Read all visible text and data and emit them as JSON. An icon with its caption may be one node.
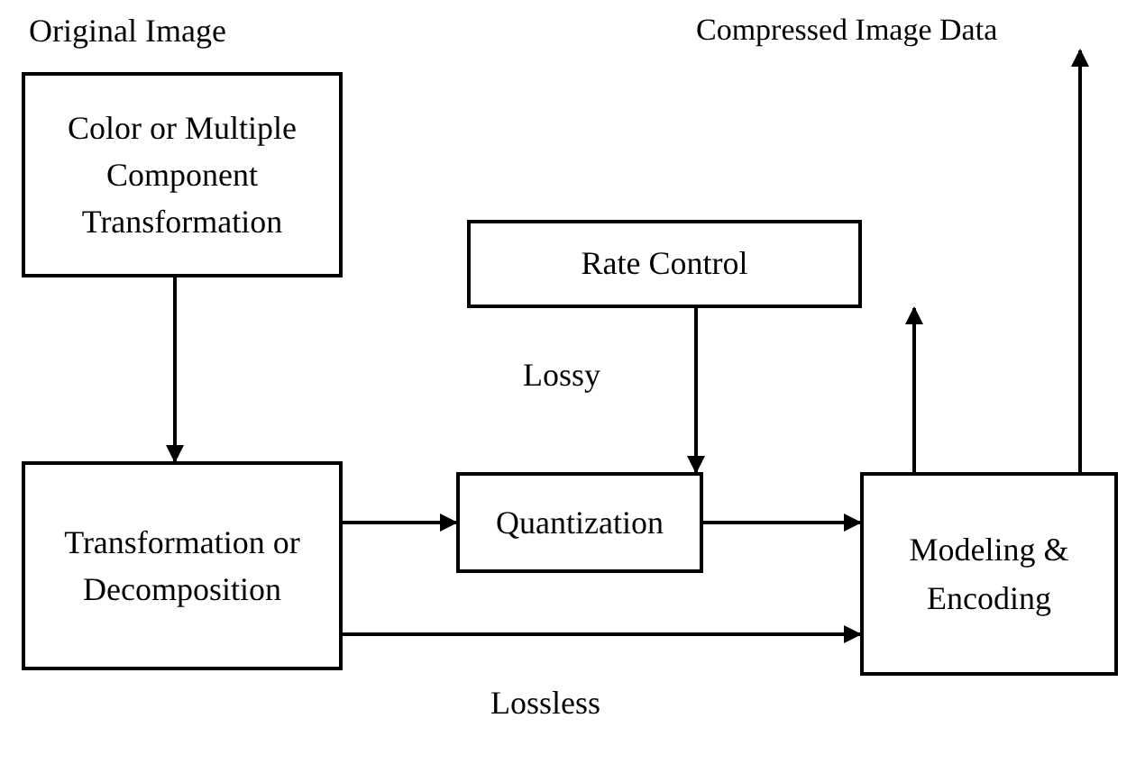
{
  "diagram": {
    "nodes": [
      {
        "text": [
          "Original Image",
          "Color or Multiple Component Transformation"
        ]
      },
      {
        "text": [
          "Compressed Image Data"
        ]
      },
      {
        "text": [
          "Rate Control"
        ]
      },
      {
        "text": [
          "Transformation or Decomposition"
        ]
      },
      {
        "text": [
          "Quantization"
        ]
      },
      {
        "text": [
          "Modeling & Encoding"
        ]
      }
    ],
    "edges": [
      {
        "from": 0,
        "to": 3,
        "arrow": "to"
      },
      {
        "from": 2,
        "to": 4,
        "arrow": "to",
        "label": "Lossy"
      },
      {
        "from": 5,
        "to": 2,
        "arrow": "to"
      },
      {
        "from": 5,
        "to": 1,
        "arrow": "to"
      },
      {
        "from": 3,
        "to": 4,
        "arrow": "to"
      },
      {
        "from": 4,
        "to": 5,
        "arrow": "to"
      },
      {
        "from": 3,
        "to": 5,
        "arrow": "to",
        "label": "Lossless"
      }
    ]
  }
}
